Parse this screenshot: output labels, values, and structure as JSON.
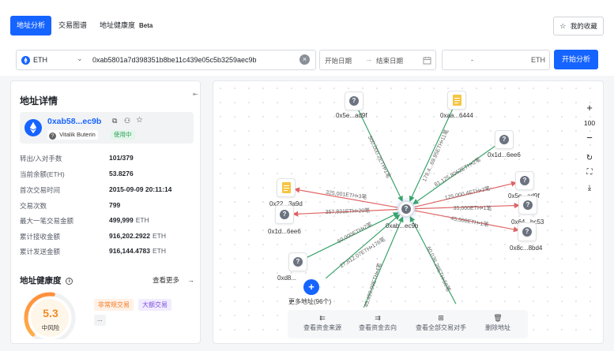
{
  "tabs": [
    {
      "label": "地址分析",
      "active": true
    },
    {
      "label": "交易图谱",
      "active": false
    },
    {
      "label": "地址健康度",
      "active": false,
      "badge": "Beta"
    }
  ],
  "favorites_label": "我的收藏",
  "search": {
    "chain": "ETH",
    "address": "0xab5801a7d398351b8be11c439e05c5b3259aec9b",
    "start_date": "开始日期",
    "end_date": "结束日期",
    "amount_sep": "-",
    "amount_unit": "ETH",
    "submit_label": "开始分析"
  },
  "details": {
    "title": "地址详情",
    "address_short": "0xab58...ec9b",
    "tag_name": "Vitalik Buterin",
    "tag_status": "使用中",
    "rows": [
      {
        "label": "转出/入对手数",
        "value": "101/379",
        "unit": ""
      },
      {
        "label": "当前余额(ETH)",
        "value": "53.8276",
        "unit": ""
      },
      {
        "label": "首次交易时间",
        "value": "2015-09-09 20:11:14",
        "unit": ""
      },
      {
        "label": "交易次数",
        "value": "799",
        "unit": ""
      },
      {
        "label": "最大一笔交易金额",
        "value": "499,999",
        "unit": "ETH"
      },
      {
        "label": "累计接收金额",
        "value": "916,202.2922",
        "unit": "ETH"
      },
      {
        "label": "累计发送金额",
        "value": "916,144.4783",
        "unit": "ETH"
      }
    ]
  },
  "health": {
    "title": "地址健康度",
    "view_more": "查看更多",
    "score": "5.3",
    "risk_label": "中风险",
    "score_fraction": 0.53,
    "tags": [
      "非常规交易",
      "大额交易"
    ],
    "more": "..."
  },
  "graph": {
    "controls": {
      "zoom": "100"
    },
    "center_label": "0xab...ec9b",
    "nodes": [
      {
        "label": "0x5e...ad9f",
        "kind": "unknown"
      },
      {
        "label": "0xaa...6444",
        "kind": "doc"
      },
      {
        "label": "0x1d...6ee6",
        "kind": "unknown"
      },
      {
        "label": "0x5e...ad9f",
        "kind": "unknown"
      },
      {
        "label": "0x64...bc53",
        "kind": "unknown"
      },
      {
        "label": "0x8c...8bd4",
        "kind": "unknown"
      },
      {
        "label": "0x22...3a9d",
        "kind": "doc"
      },
      {
        "label": "0x1d...6ee6",
        "kind": "unknown"
      },
      {
        "label": "0xd8...",
        "kind": "unknown"
      }
    ],
    "more_label": "更多地址(96个)",
    "edges": [
      {
        "label": "500,000.2ETH•1笔",
        "color": "#3aa36a"
      },
      {
        "label": "179,4...69.95ETH•11笔",
        "color": "#3aa36a"
      },
      {
        "label": "81,125.8062ETH•2笔",
        "color": "#3aa36a"
      },
      {
        "label": "125,000.4ETH•3笔",
        "color": "#e06464"
      },
      {
        "label": "35,000ETH•1笔",
        "color": "#e06464"
      },
      {
        "label": "45,500ETH•1笔",
        "color": "#e06464"
      },
      {
        "label": "325,001ETH•3笔",
        "color": "#e06464"
      },
      {
        "label": "357,831ETH•20笔",
        "color": "#e06464"
      },
      {
        "label": "50,000ETH•2笔",
        "color": "#3aa36a"
      },
      {
        "label": "27,812.07ETH•176笔",
        "color": "#3aa36a"
      },
      {
        "label": "45,499.99ETH•4笔",
        "color": "#3aa36a"
      },
      {
        "label": "60,076.29ETH•56笔",
        "color": "#3aa36a"
      }
    ]
  },
  "actions": [
    "查看资金来源",
    "查看资金去向",
    "查看全部交易对手",
    "删除地址"
  ]
}
